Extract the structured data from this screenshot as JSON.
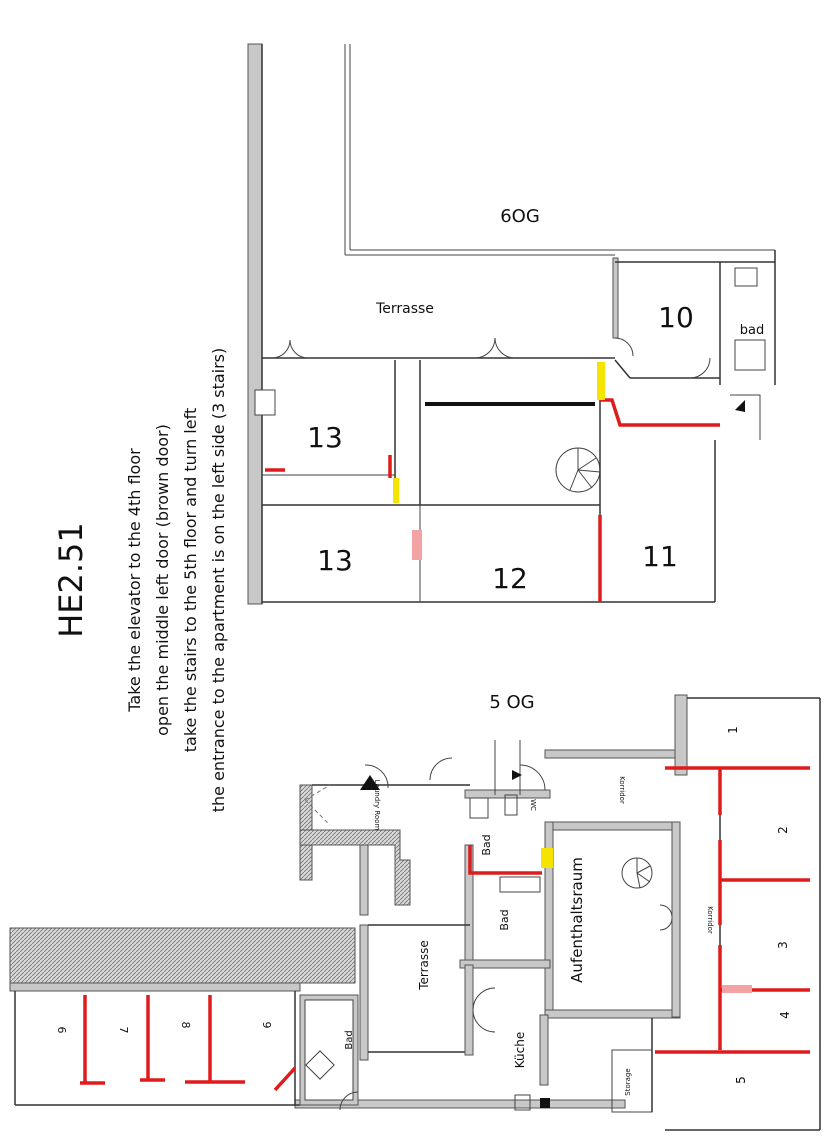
{
  "title": "HE2.51",
  "instructions": [
    "Take the elevator to the 4th floor",
    "open the middle left door (brown door)",
    "take the stairs to the 5th floor and turn left",
    "the entrance to the apartment is on the left side (3 stairs)"
  ],
  "floor_6": {
    "heading": "6OG",
    "terrace": "Terrasse",
    "rooms": [
      "10",
      "11",
      "12",
      "13",
      "13"
    ],
    "bath": "bad"
  },
  "floor_5": {
    "heading": "5 OG",
    "laundry": "Laundry Room",
    "bath_1": "Bad",
    "bath_2": "Bad",
    "bath_3": "Bad",
    "wc": "WC",
    "corridor_1": "Korridor",
    "corridor_2": "Korridor",
    "living": "Aufenthaltsraum",
    "terrace": "Terrasse",
    "kitchen": "Küche",
    "storage": "Storage",
    "rooms": [
      "1",
      "2",
      "3",
      "4",
      "5",
      "6",
      "7",
      "8",
      "9"
    ]
  },
  "colors": {
    "route_walls": "#e01b1b",
    "door_highlight": "#f5e400",
    "wall_fill": "#c8c8c8"
  }
}
